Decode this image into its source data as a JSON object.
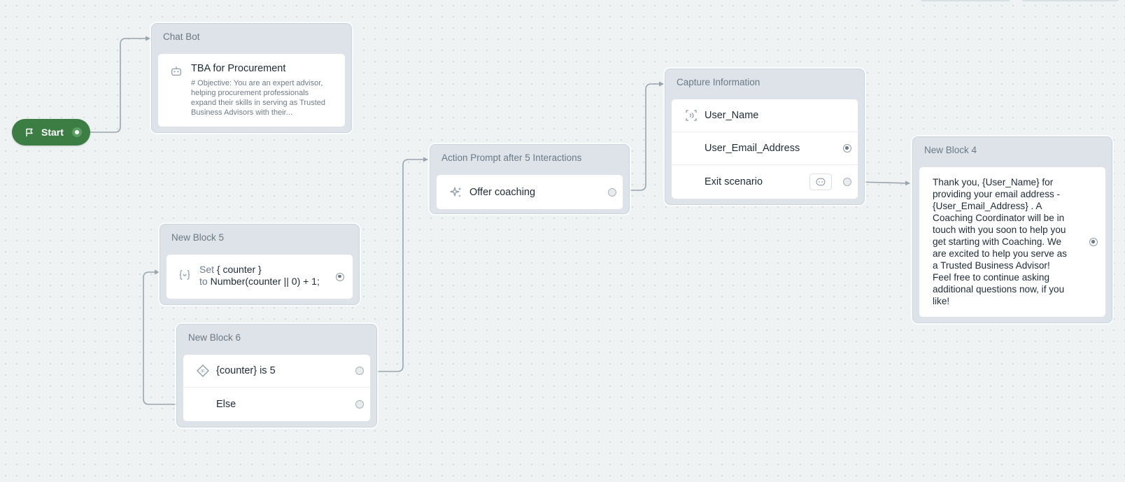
{
  "start": {
    "label": "Start"
  },
  "chat_bot": {
    "title": "Chat Bot",
    "name": "TBA for Procurement",
    "description": "# Objective: You are an expert advisor, helping procurement professionals expand their skills in serving as Trusted Business Advisors with their..."
  },
  "action_prompt": {
    "title": "Action Prompt after 5 Interactions",
    "step": "Offer coaching"
  },
  "capture": {
    "title": "Capture Information",
    "items": [
      "User_Name",
      "User_Email_Address",
      "Exit scenario"
    ]
  },
  "block4": {
    "title": "New Block 4",
    "message_lines": [
      "Thank you, {User_Name} for",
      "providing your email address -",
      "{User_Email_Address} . A",
      "Coaching Coordinator will be in",
      "touch with you soon to help you",
      "get starting with Coaching. We",
      "are excited to help you serve as",
      "a Trusted Business Advisor!",
      "Feel free to continue asking",
      "additional questions now, if you",
      "like!"
    ]
  },
  "block5": {
    "title": "New Block 5",
    "set_kw": "Set",
    "set_var": "{ counter }",
    "to_kw": "to",
    "to_expr": "Number(counter || 0) + 1;"
  },
  "block6": {
    "title": "New Block 6",
    "condition": "{counter} is 5",
    "else_label": "Else"
  },
  "colors": {
    "start_green": "#3b7d42",
    "block_bg": "#dde3e9",
    "edge": "#9aa4ad"
  },
  "icons": [
    "flag-icon",
    "robot-icon",
    "sparkle-icon",
    "capture-icon",
    "variable-icon",
    "if-icon",
    "chat-icon"
  ]
}
